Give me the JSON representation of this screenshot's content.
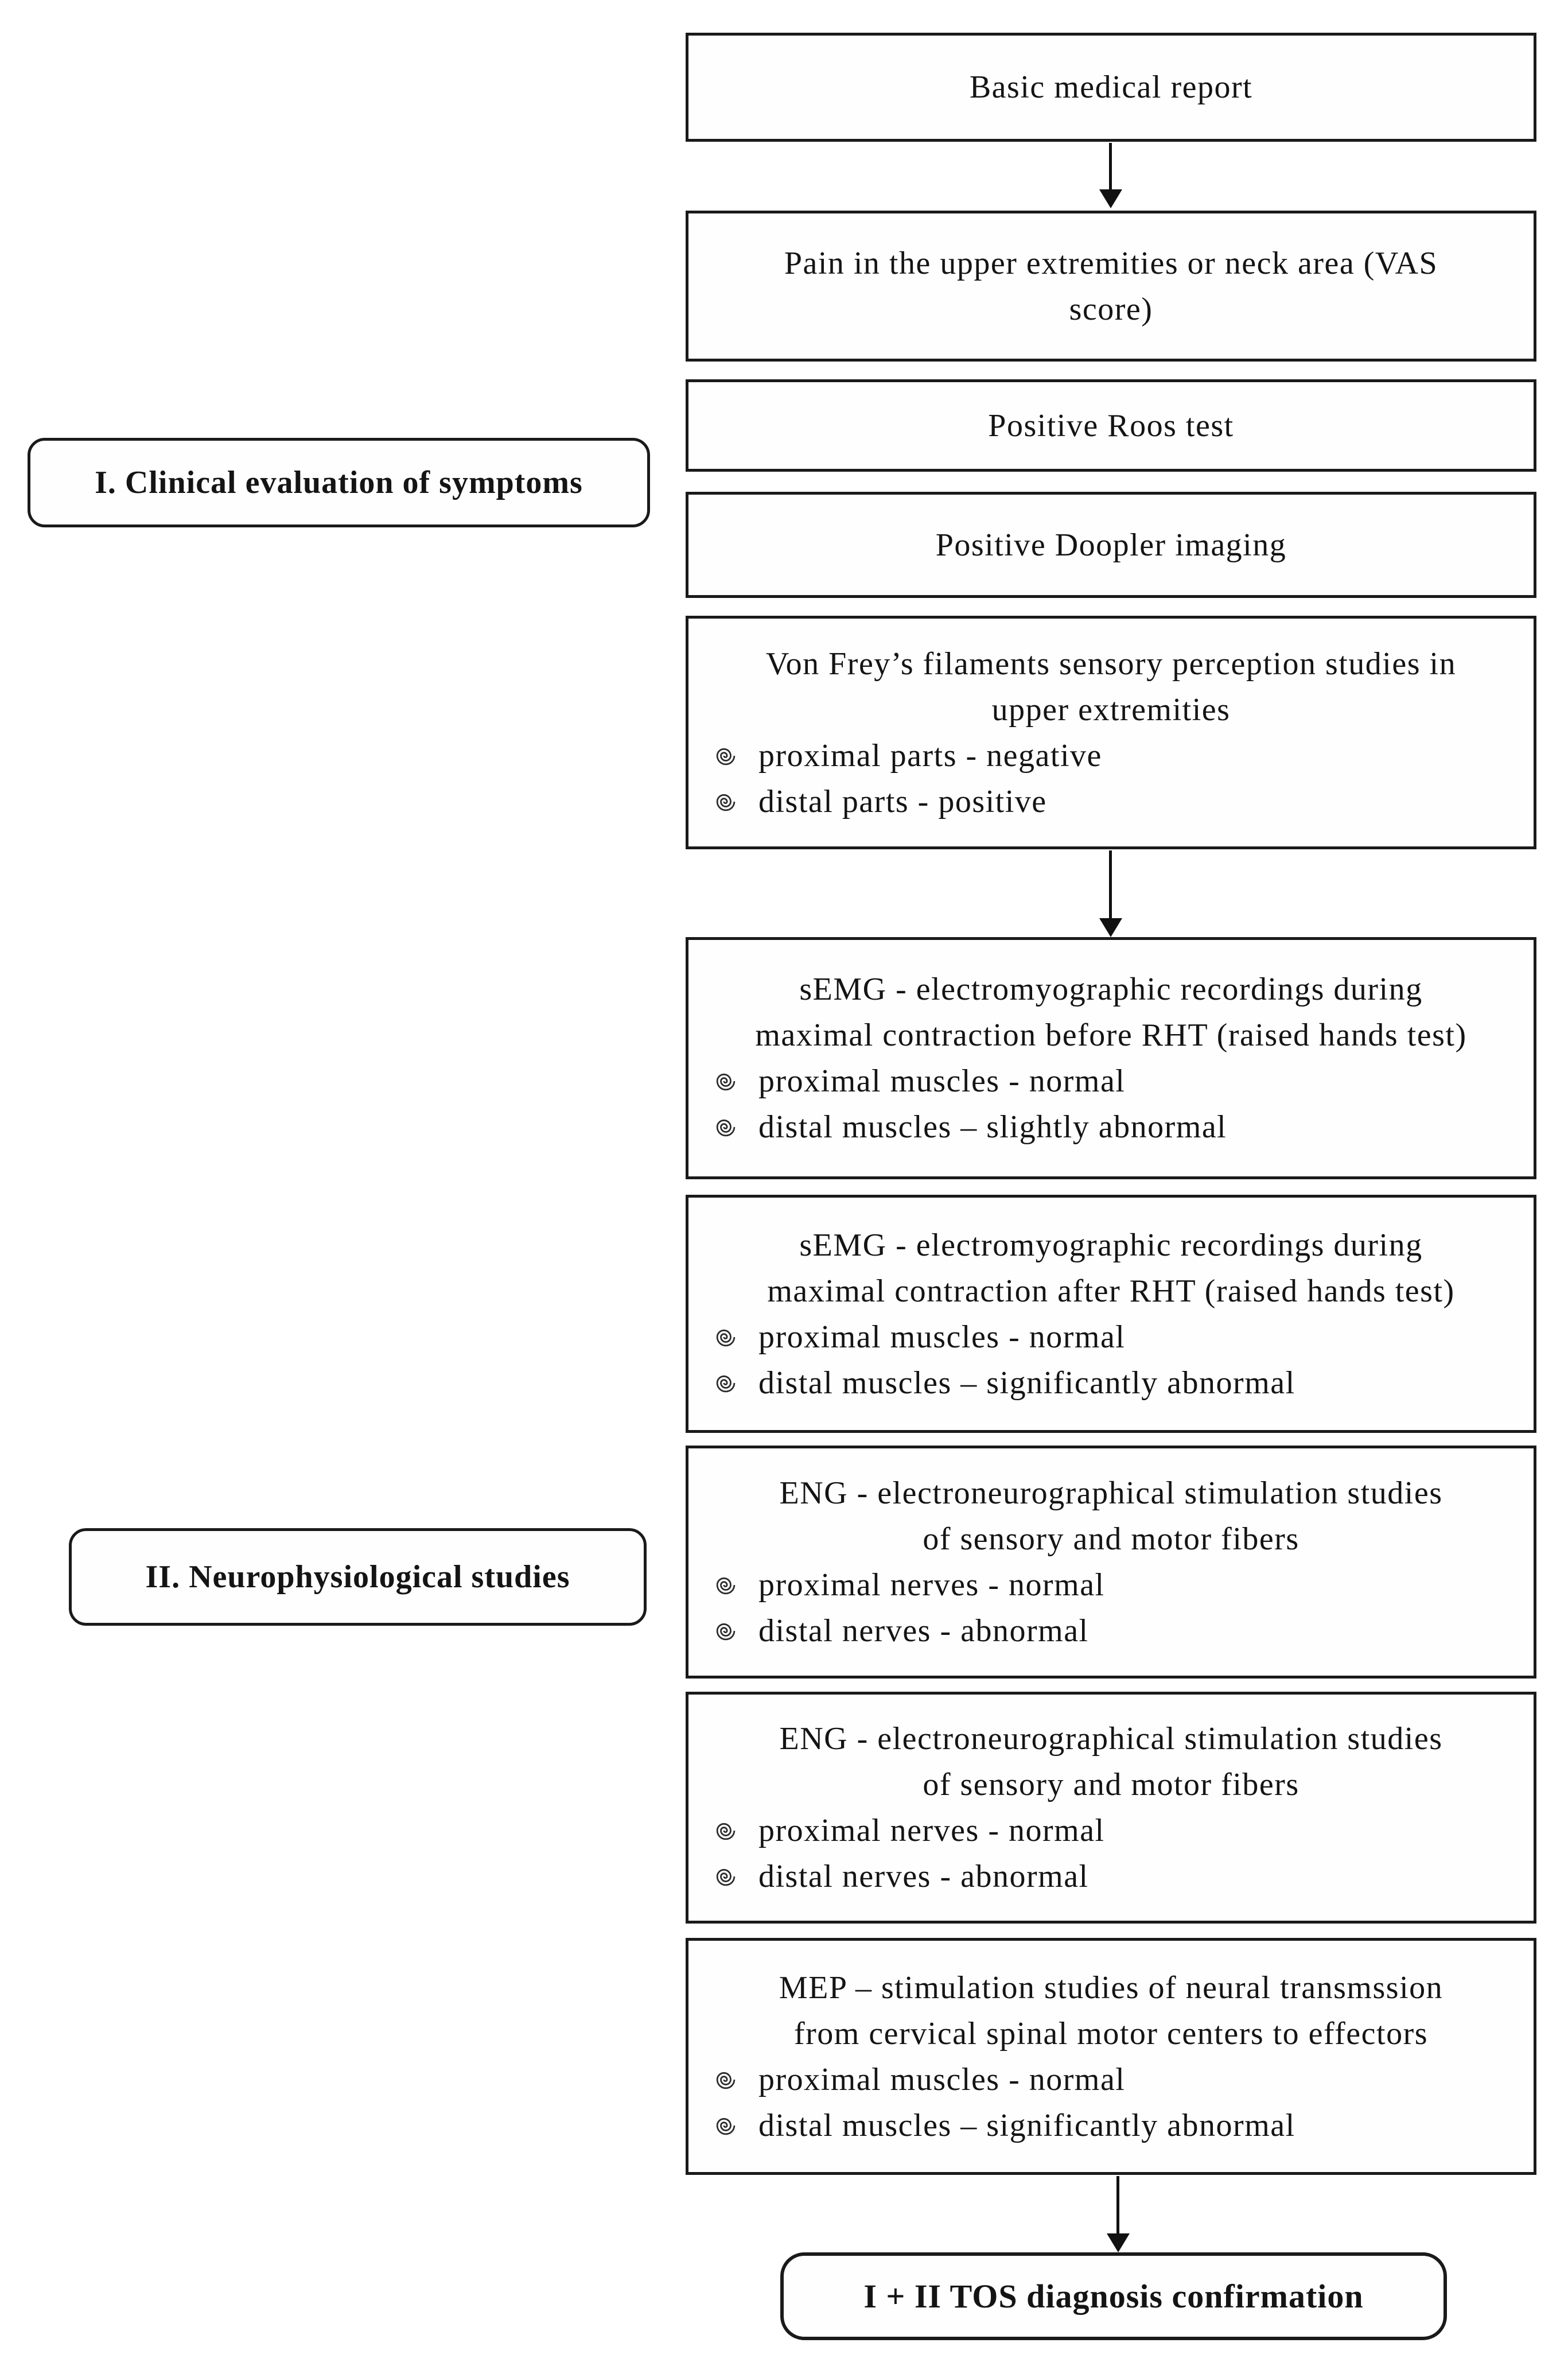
{
  "page": {
    "background": "#ffffff",
    "ink_color": "#141414",
    "border_color": "#1a1a1a"
  },
  "flowchart": {
    "side_labels": [
      {
        "label": "I. Clinical evaluation of symptoms"
      },
      {
        "label": "II. Neurophysiological studies"
      }
    ],
    "boxes": [
      {
        "title_lines": [
          "Basic medical report"
        ],
        "bullets": []
      },
      {
        "title_lines": [
          "Pain in the upper extremities or neck area (VAS",
          "score)"
        ],
        "bullets": []
      },
      {
        "title_lines": [
          "Positive Roos test"
        ],
        "bullets": []
      },
      {
        "title_lines": [
          "Positive Doopler imaging"
        ],
        "bullets": []
      },
      {
        "title_lines": [
          "Von Frey’s filaments sensory perception studies in",
          "upper extremities"
        ],
        "bullets": [
          "proximal parts - negative",
          "distal parts - positive"
        ]
      },
      {
        "title_lines": [
          "sEMG - electromyographic recordings during",
          "maximal contraction before RHT (raised hands test)"
        ],
        "bullets": [
          "proximal muscles - normal",
          "distal muscles – slightly abnormal"
        ]
      },
      {
        "title_lines": [
          "sEMG - electromyographic recordings during",
          "maximal contraction after RHT (raised hands test)"
        ],
        "bullets": [
          "proximal muscles - normal",
          "distal muscles – significantly abnormal"
        ]
      },
      {
        "title_lines": [
          "ENG - electroneurographical stimulation studies",
          "of sensory and motor fibers"
        ],
        "bullets": [
          "proximal nerves - normal",
          "distal nerves - abnormal"
        ]
      },
      {
        "title_lines": [
          "ENG - electroneurographical stimulation studies",
          "of sensory and motor fibers"
        ],
        "bullets": [
          "proximal nerves - normal",
          "distal nerves - abnormal"
        ]
      },
      {
        "title_lines": [
          "MEP – stimulation studies of neural transmssion",
          "from cervical spinal motor centers to effectors"
        ],
        "bullets": [
          "proximal muscles - normal",
          "distal muscles – significantly abnormal"
        ]
      }
    ],
    "final_box": {
      "label": "I + II TOS diagnosis confirmation"
    }
  }
}
